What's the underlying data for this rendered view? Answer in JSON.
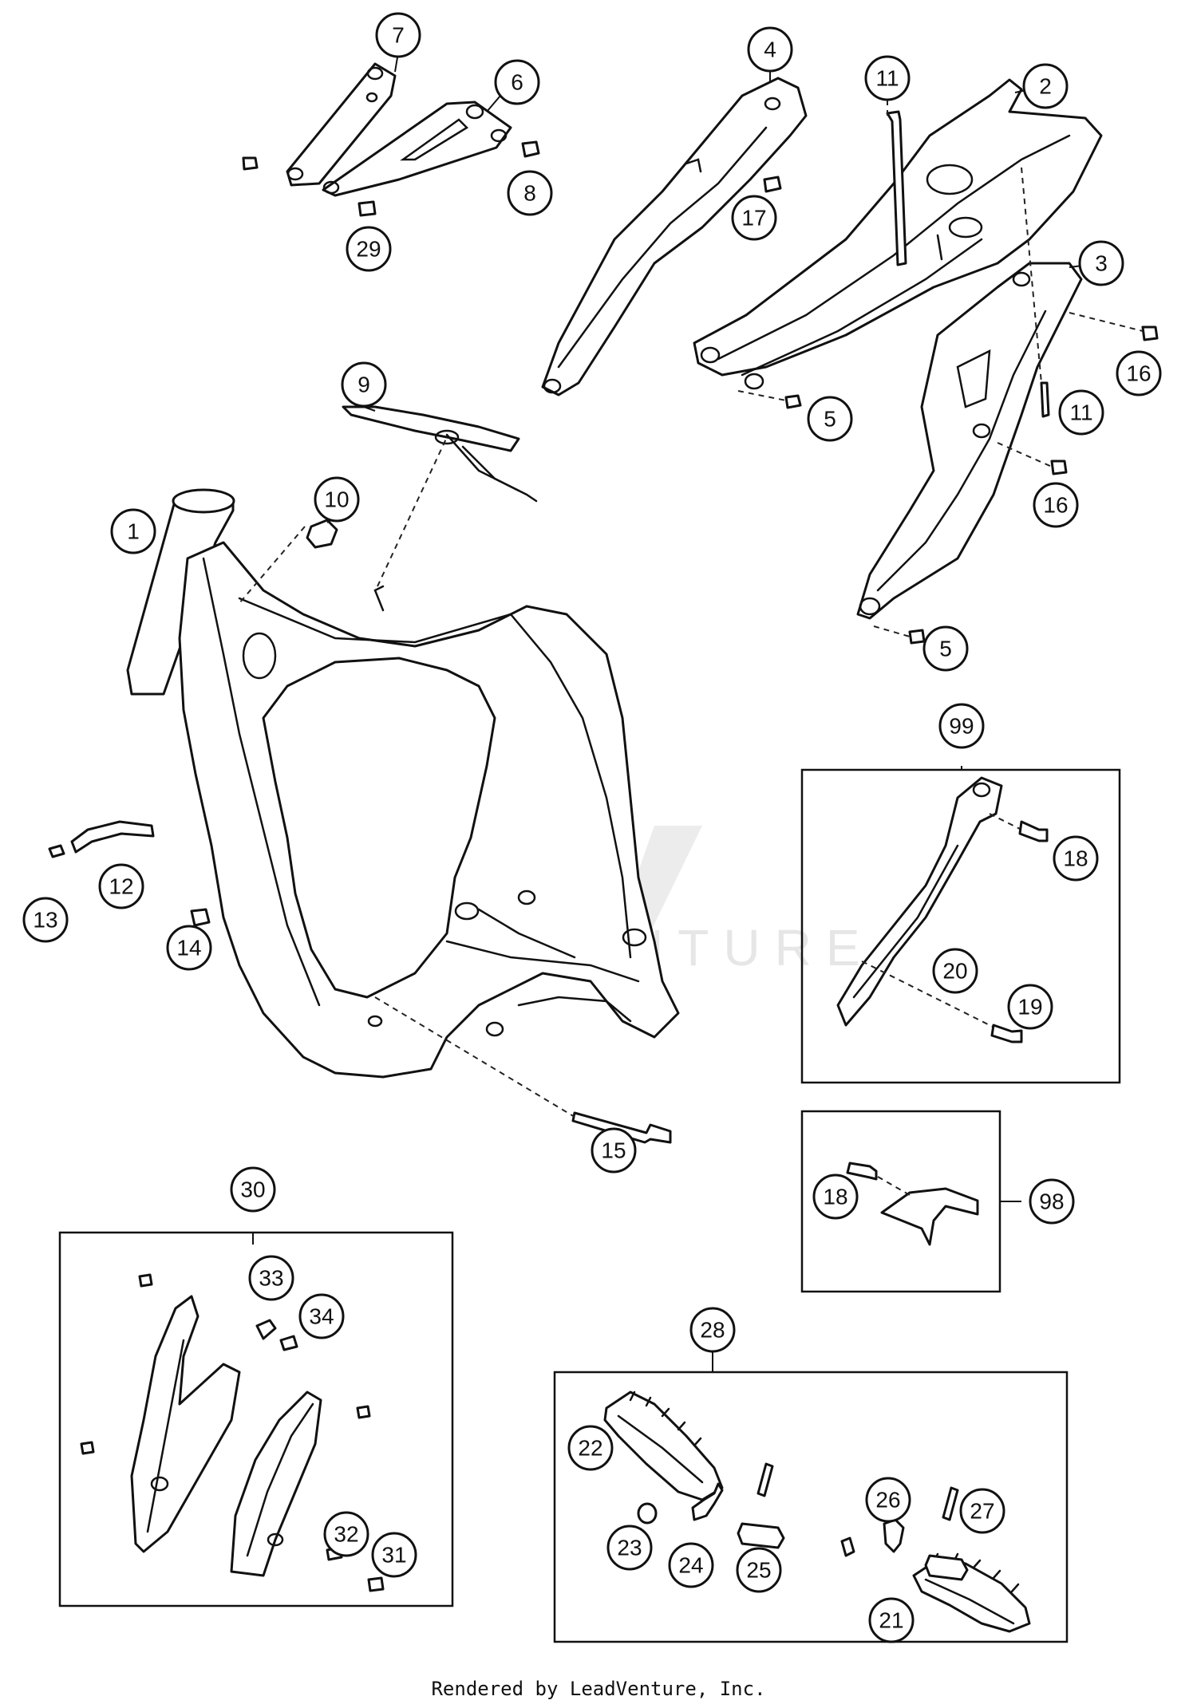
{
  "callouts": [
    {
      "id": "c1",
      "label": "1"
    },
    {
      "id": "c2",
      "label": "2"
    },
    {
      "id": "c3",
      "label": "3"
    },
    {
      "id": "c4",
      "label": "4"
    },
    {
      "id": "c5a",
      "label": "5"
    },
    {
      "id": "c5b",
      "label": "5"
    },
    {
      "id": "c6",
      "label": "6"
    },
    {
      "id": "c7",
      "label": "7"
    },
    {
      "id": "c8",
      "label": "8"
    },
    {
      "id": "c9",
      "label": "9"
    },
    {
      "id": "c10",
      "label": "10"
    },
    {
      "id": "c11a",
      "label": "11"
    },
    {
      "id": "c11b",
      "label": "11"
    },
    {
      "id": "c12",
      "label": "12"
    },
    {
      "id": "c13",
      "label": "13"
    },
    {
      "id": "c14",
      "label": "14"
    },
    {
      "id": "c15",
      "label": "15"
    },
    {
      "id": "c16a",
      "label": "16"
    },
    {
      "id": "c16b",
      "label": "16"
    },
    {
      "id": "c17",
      "label": "17"
    },
    {
      "id": "c18a",
      "label": "18"
    },
    {
      "id": "c18b",
      "label": "18"
    },
    {
      "id": "c19",
      "label": "19"
    },
    {
      "id": "c20",
      "label": "20"
    },
    {
      "id": "c21",
      "label": "21"
    },
    {
      "id": "c22",
      "label": "22"
    },
    {
      "id": "c23",
      "label": "23"
    },
    {
      "id": "c24",
      "label": "24"
    },
    {
      "id": "c25",
      "label": "25"
    },
    {
      "id": "c26",
      "label": "26"
    },
    {
      "id": "c27",
      "label": "27"
    },
    {
      "id": "c28",
      "label": "28"
    },
    {
      "id": "c29",
      "label": "29"
    },
    {
      "id": "c30",
      "label": "30"
    },
    {
      "id": "c31",
      "label": "31"
    },
    {
      "id": "c32",
      "label": "32"
    },
    {
      "id": "c33",
      "label": "33"
    },
    {
      "id": "c34",
      "label": "34"
    },
    {
      "id": "c98",
      "label": "98"
    },
    {
      "id": "c99",
      "label": "99"
    }
  ],
  "watermark": "LEADVENTURE",
  "footer": "Rendered by LeadVenture, Inc."
}
